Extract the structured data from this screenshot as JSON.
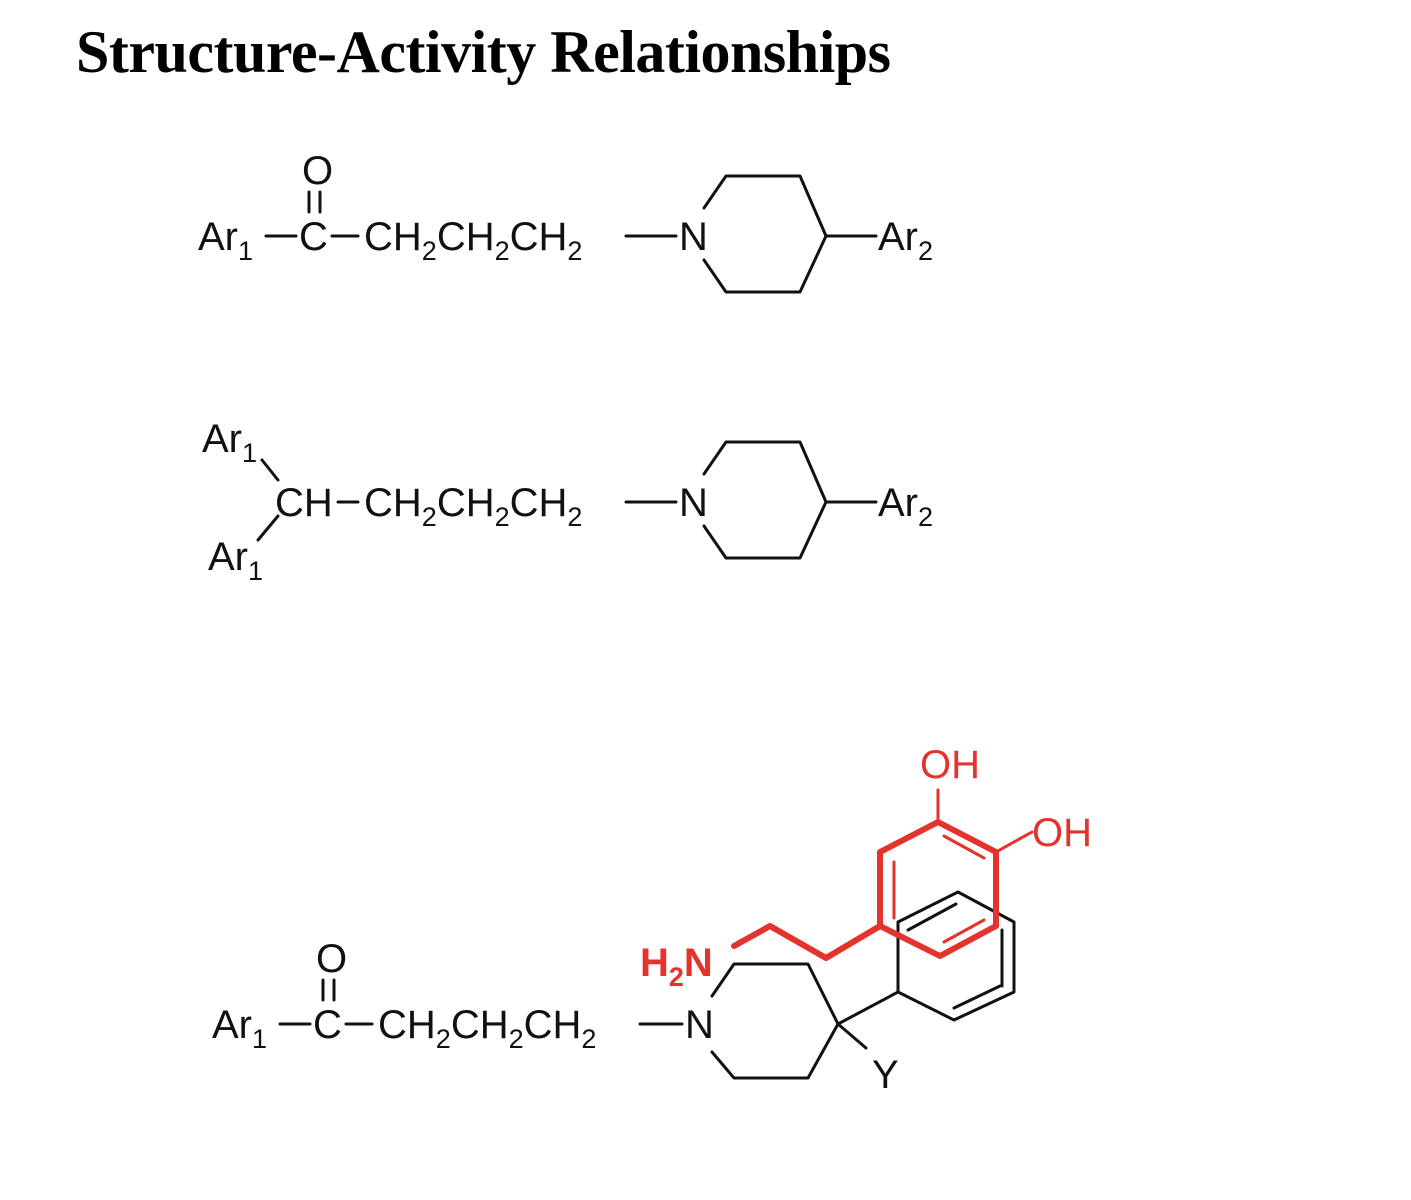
{
  "title": "Structure-Activity Relationships",
  "colors": {
    "text": "#111111",
    "highlight": "#e4332c",
    "background": "#ffffff"
  },
  "structure_1": {
    "oxygen": "O",
    "ar1": "Ar",
    "ar1_sub": "1",
    "carbon": "C",
    "chain": [
      "CH",
      "2",
      "CH",
      "2",
      "CH",
      "2"
    ],
    "nitrogen": "N",
    "ar2": "Ar",
    "ar2_sub": "2"
  },
  "structure_2": {
    "ar1_top": "Ar",
    "ar1_top_sub": "1",
    "ar1_bottom": "Ar",
    "ar1_bottom_sub": "1",
    "ch": "CH",
    "chain": [
      "CH",
      "2",
      "CH",
      "2",
      "CH",
      "2"
    ],
    "nitrogen": "N",
    "ar2": "Ar",
    "ar2_sub": "2"
  },
  "structure_3": {
    "oxygen": "O",
    "ar1": "Ar",
    "ar1_sub": "1",
    "carbon": "C",
    "chain": [
      "CH",
      "2",
      "CH",
      "2",
      "CH",
      "2"
    ],
    "nitrogen": "N",
    "y": "Y",
    "h2n": [
      "H",
      "2",
      "N"
    ],
    "oh_top": "OH",
    "oh_right": "OH"
  }
}
